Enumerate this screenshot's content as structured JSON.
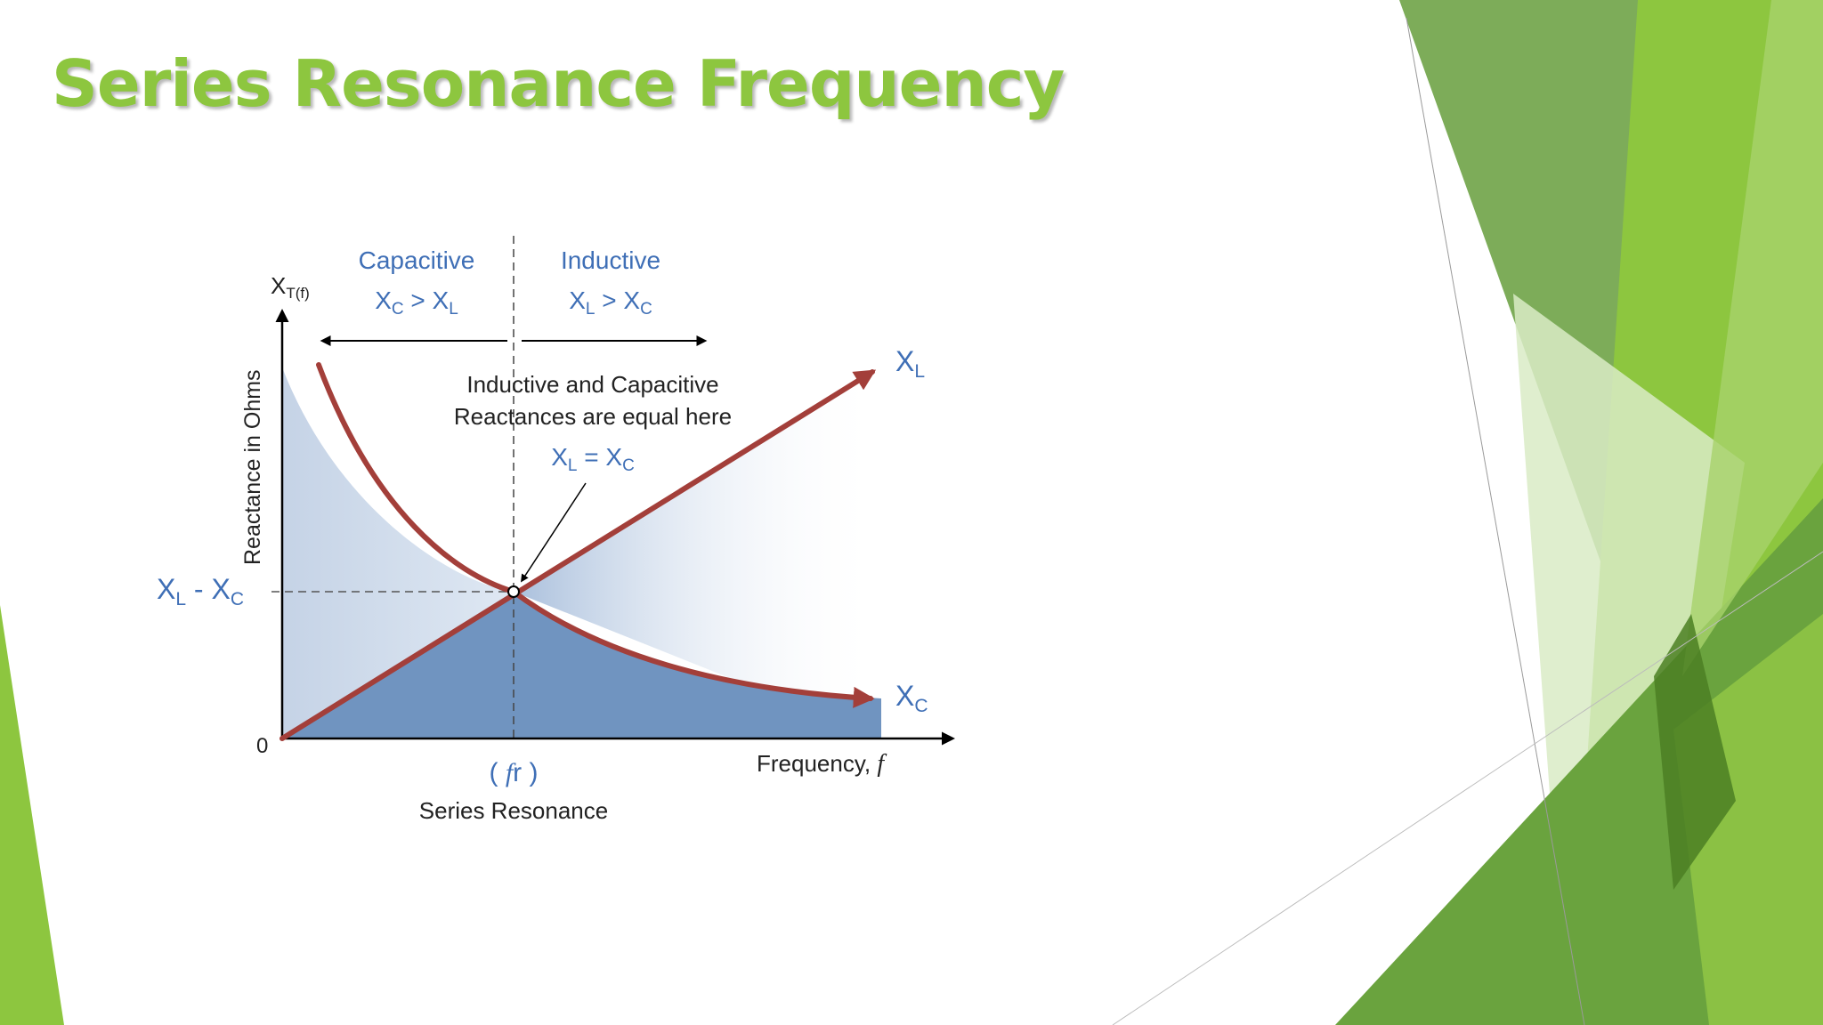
{
  "slide": {
    "title": "Series Resonance Frequency"
  },
  "diagram": {
    "y_axis_symbol": "X",
    "y_axis_symbol_sub": "T(f)",
    "y_axis_label": "Reactance in Ohms",
    "x_axis_label": "Frequency, ",
    "x_axis_label_var": "f",
    "origin_label": "0",
    "region_left": {
      "title": "Capacitive",
      "relation": [
        "X",
        "C",
        " > X",
        "L"
      ]
    },
    "region_right": {
      "title": "Inductive",
      "relation": [
        "X",
        "L",
        " > X",
        "C"
      ]
    },
    "annotation_line1": "Inductive and Capacitive",
    "annotation_line2": "Reactances are equal here",
    "annotation_eq": [
      "X",
      "L",
      " = X",
      "C"
    ],
    "curve_xl": [
      "X",
      "L"
    ],
    "curve_xc": [
      "X",
      "C"
    ],
    "y_marker": [
      "X",
      "L",
      " - X",
      "C"
    ],
    "fr_label": [
      "( ",
      "f",
      "r )"
    ],
    "resonance_label": "Series Resonance"
  },
  "colors": {
    "title": "#8dc63f",
    "text_blue": "#3f6fb6",
    "curve": "#a33f3a",
    "fill_dark": "#7094c0",
    "fill_light": "#c5d3e6",
    "green_light": "#8dc63f",
    "green_mid": "#6aa33e",
    "green_dark": "#4b7f23",
    "green_pale": "#d9ebc5"
  }
}
